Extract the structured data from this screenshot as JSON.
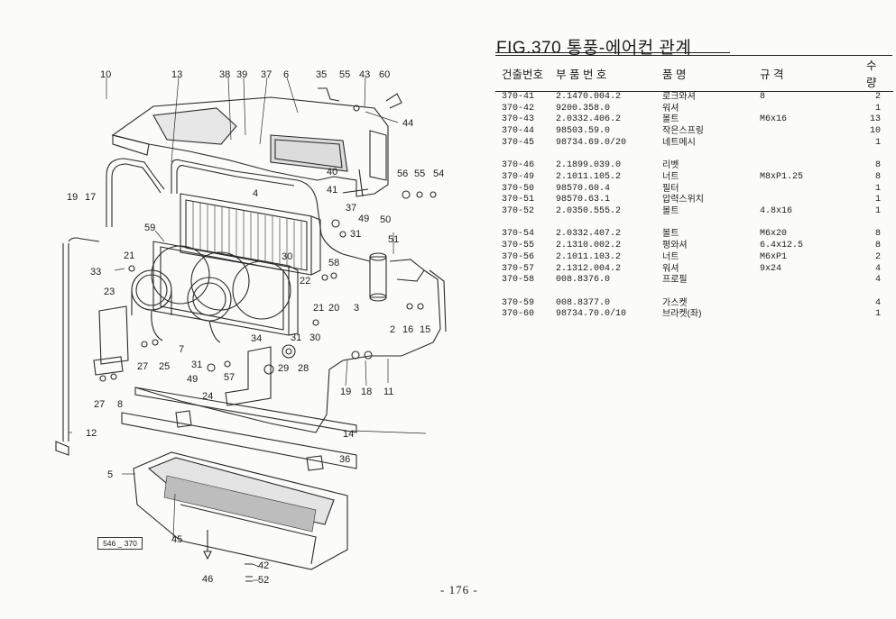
{
  "figure_title": "FIG.370 통풍-에어컨 관계",
  "columns": {
    "no": "건출번호",
    "part_no": "부 품 번 호",
    "name": "품 명",
    "spec": "규 격",
    "qty": "수량"
  },
  "parts_group1": [
    {
      "no": "370-41",
      "part_no": "2.1470.004.2",
      "name": "로크와셔",
      "spec": "8",
      "qty": "2"
    },
    {
      "no": "370-42",
      "part_no": "9200.358.0",
      "name": "워셔",
      "spec": "",
      "qty": "1"
    },
    {
      "no": "370-43",
      "part_no": "2.0332.406.2",
      "name": "볼트",
      "spec": "M6x16",
      "qty": "13"
    },
    {
      "no": "370-44",
      "part_no": "98503.59.0",
      "name": "작은스프링",
      "spec": "",
      "qty": "10"
    },
    {
      "no": "370-45",
      "part_no": "98734.69.0/20",
      "name": "네트메시",
      "spec": "",
      "qty": "1"
    }
  ],
  "parts_group2": [
    {
      "no": "370-46",
      "part_no": "2.1899.039.0",
      "name": "리벳",
      "spec": "",
      "qty": "8"
    },
    {
      "no": "370-49",
      "part_no": "2.1011.105.2",
      "name": "너트",
      "spec": "M8xP1.25",
      "qty": "8"
    },
    {
      "no": "370-50",
      "part_no": "98570.60.4",
      "name": "필터",
      "spec": "",
      "qty": "1"
    },
    {
      "no": "370-51",
      "part_no": "98570.63.1",
      "name": "압력스위치",
      "spec": "",
      "qty": "1"
    },
    {
      "no": "370-52",
      "part_no": "2.0350.555.2",
      "name": "볼트",
      "spec": "4.8x16",
      "qty": "1"
    }
  ],
  "parts_group3": [
    {
      "no": "370-54",
      "part_no": "2.0332.407.2",
      "name": "볼트",
      "spec": "M6x20",
      "qty": "8"
    },
    {
      "no": "370-55",
      "part_no": "2.1310.002.2",
      "name": "평와셔",
      "spec": "6.4x12.5",
      "qty": "8"
    },
    {
      "no": "370-56",
      "part_no": "2.1011.103.2",
      "name": "너트",
      "spec": "M6xP1",
      "qty": "2"
    },
    {
      "no": "370-57",
      "part_no": "2.1312.004.2",
      "name": "워셔",
      "spec": "9x24",
      "qty": "4"
    },
    {
      "no": "370-58",
      "part_no": "008.8376.0",
      "name": "프로필",
      "spec": "",
      "qty": "4"
    }
  ],
  "parts_group4": [
    {
      "no": "370-59",
      "part_no": "008.8377.0",
      "name": "가스켓",
      "spec": "",
      "qty": "4"
    },
    {
      "no": "370-60",
      "part_no": "98734.70.0/10",
      "name": "브라켓(좌)",
      "spec": "",
      "qty": "1"
    }
  ],
  "callouts": {
    "c10": "10",
    "c13": "13",
    "c38": "38",
    "c39": "39",
    "c37a": "37",
    "c6": "6",
    "c35": "35",
    "c55a": "55",
    "c43": "43",
    "c60": "60",
    "c44": "44",
    "c40": "40",
    "c56": "56",
    "c55b": "55",
    "c54": "54",
    "c41": "41",
    "c19a": "19",
    "c17": "17",
    "c4": "4",
    "c37b": "37",
    "c49a": "49",
    "c50": "50",
    "c59": "59",
    "c31a": "31",
    "c51": "51",
    "c21a": "21",
    "c30a": "30",
    "c58": "58",
    "c33": "33",
    "c22": "22",
    "c23": "23",
    "c21b": "21",
    "c20": "20",
    "c3": "3",
    "c31b": "31",
    "c30b": "30",
    "c2": "2",
    "c16": "16",
    "c15": "15",
    "c7": "7",
    "c34": "34",
    "c27a": "27",
    "c25": "25",
    "c31c": "31",
    "c29": "29",
    "c28": "28",
    "c49b": "49",
    "c57": "57",
    "c19b": "19",
    "c18": "18",
    "c11": "11",
    "c24": "24",
    "c27b": "27",
    "c8": "8",
    "c14": "14",
    "c12": "12",
    "c36": "36",
    "c5": "5",
    "c45": "45",
    "c42": "42",
    "c46": "46",
    "c52": "52"
  },
  "diagram_code": "546 _ 370",
  "page_number": "- 176 -"
}
